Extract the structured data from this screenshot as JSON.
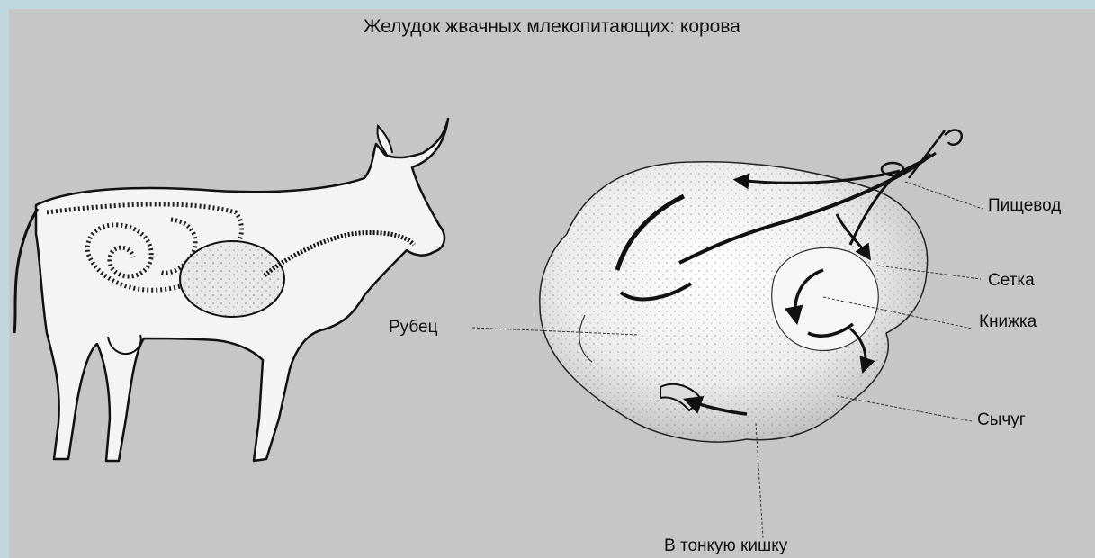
{
  "diagram": {
    "title": "Желудок жвачных млекопитающих: корова",
    "labels": {
      "esophagus": "Пищевод",
      "reticulum": "Сетка",
      "omasum": "Книжка",
      "rumen": "Рубец",
      "abomasum": "Сычуг",
      "small_intestine": "В тонкую кишку"
    }
  },
  "colors": {
    "background": "#c6c6c6",
    "border": "#bfd7df",
    "ink": "#111111",
    "organ_fill": "#f4f4f4"
  }
}
